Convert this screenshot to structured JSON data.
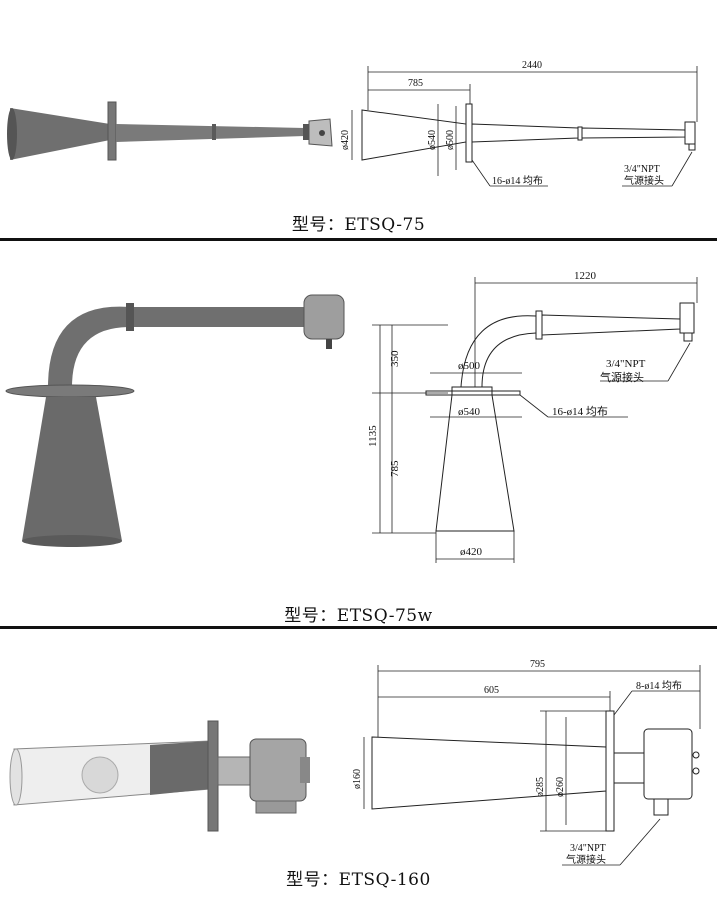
{
  "colors": {
    "horn_gray": "#6f6f6f",
    "horn_dark": "#4a4a4a",
    "line": "#222222",
    "white_horn": "#eeeeee"
  },
  "panels": [
    {
      "caption": "型号：ETSQ-75",
      "dims": {
        "total": "2440",
        "bell_len": "785",
        "d420": "ø420",
        "d540": "ø540",
        "d500": "ø500",
        "holes": "16-ø14 均布",
        "npt": "3/4\"NPT",
        "air": "气源接头"
      }
    },
    {
      "caption": "型号：ETSQ-75w",
      "dims": {
        "width": "1220",
        "h350": "350",
        "d500": "ø500",
        "d540": "ø540",
        "holes": "16-ø14 均布",
        "h1135": "1135",
        "h785": "785",
        "d420": "ø420",
        "npt": "3/4\"NPT",
        "air": "气源接头"
      }
    },
    {
      "caption": "型号：ETSQ-160",
      "dims": {
        "total": "795",
        "bell_len": "605",
        "holes": "8-ø14 均布",
        "d160": "ø160",
        "d285": "ø285",
        "d260": "ø260",
        "npt": "3/4\"NPT",
        "air": "气源接头"
      }
    }
  ]
}
